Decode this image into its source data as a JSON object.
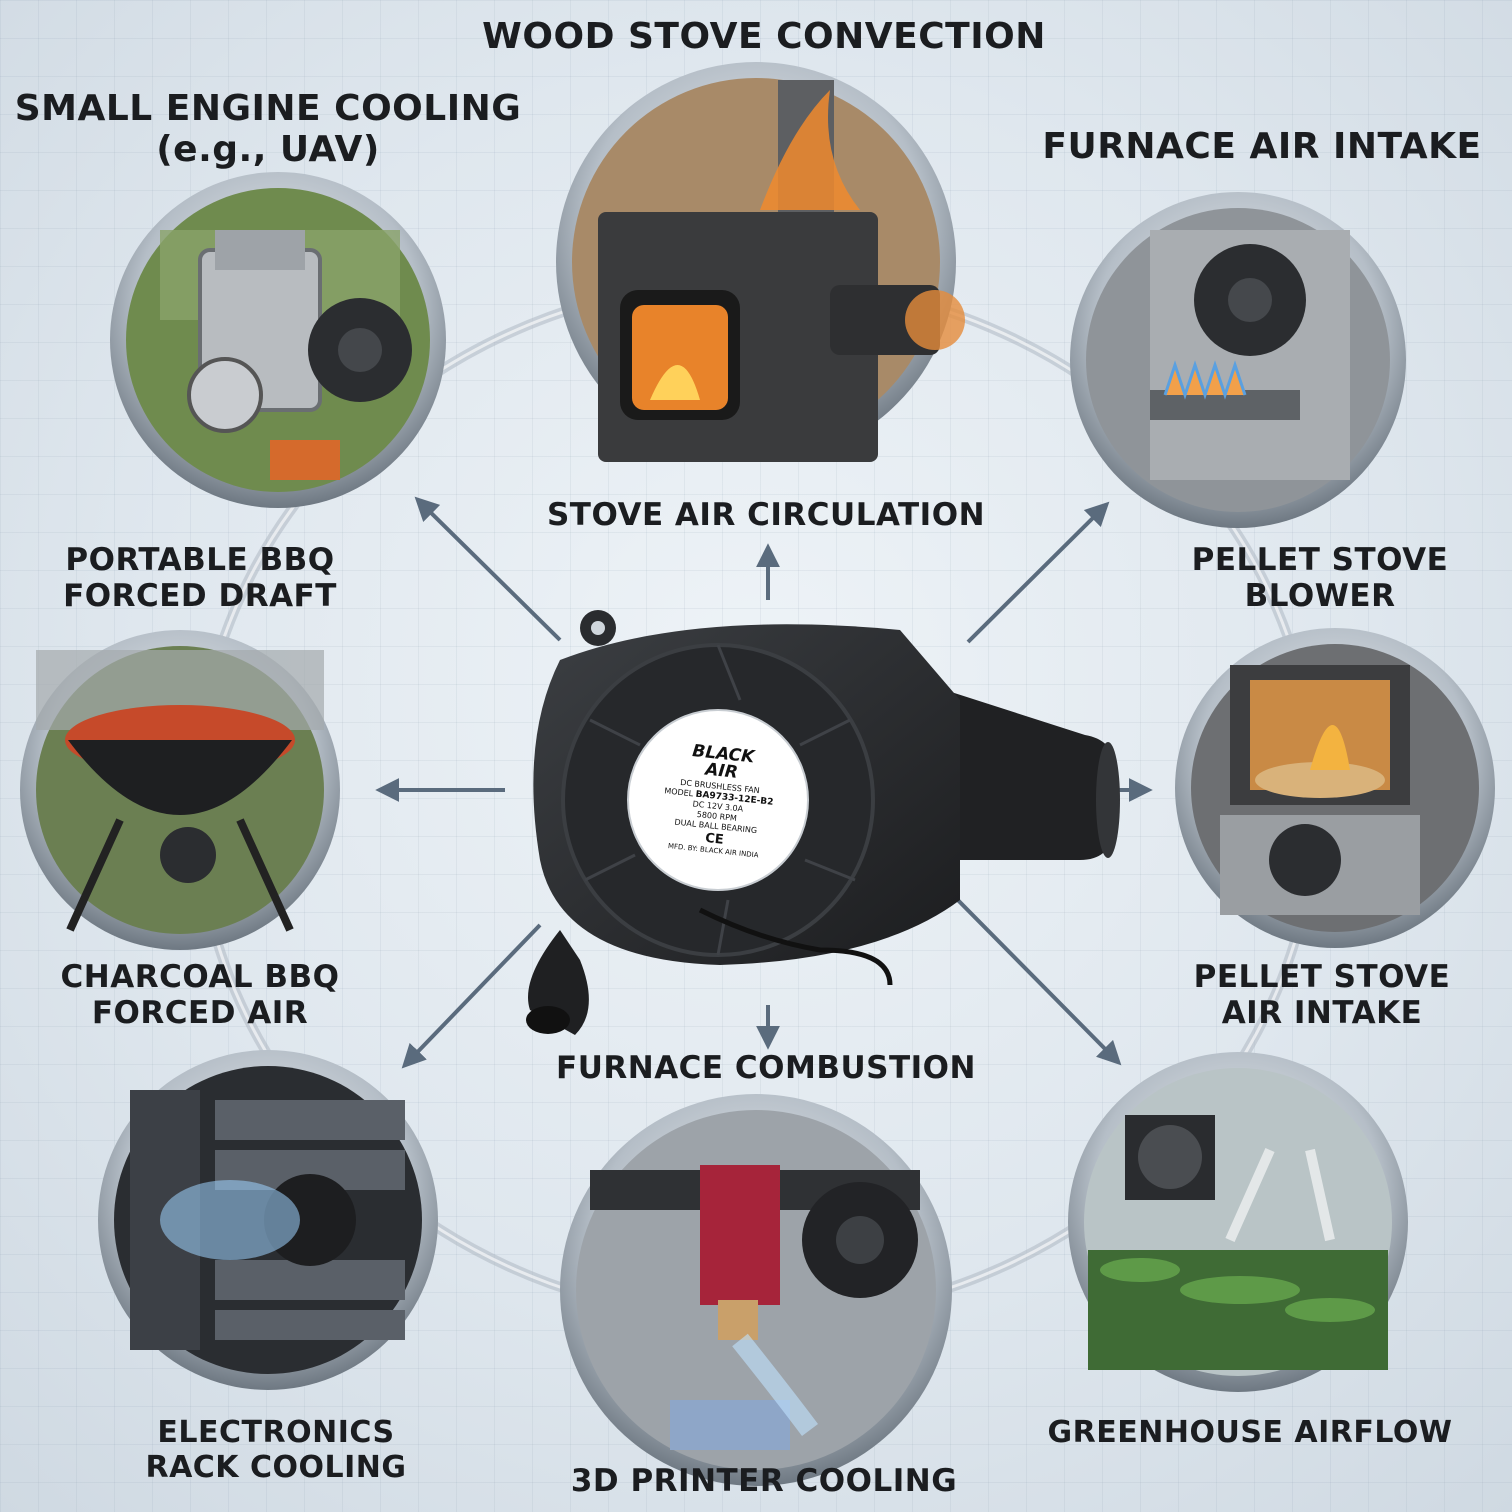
{
  "applications": {
    "wood_stove_convection": "WOOD STOVE CONVECTION",
    "small_engine_cooling": "SMALL ENGINE COOLING",
    "small_engine_example": "(e.g., UAV)",
    "furnace_air_intake": "FURNACE AIR INTAKE",
    "stove_air_circulation": "STOVE AIR CIRCULATION",
    "portable_bbq_1": "PORTABLE BBQ",
    "portable_bbq_2": "FORCED DRAFT",
    "pellet_stove_blower_1": "PELLET STOVE",
    "pellet_stove_blower_2": "BLOWER",
    "charcoal_bbq_1": "CHARCOAL BBQ",
    "charcoal_bbq_2": "FORCED AIR",
    "pellet_stove_intake_1": "PELLET STOVE",
    "pellet_stove_intake_2": "AIR INTAKE",
    "furnace_combustion": "FURNACE COMBUSTION",
    "electronics_rack_1": "ELECTRONICS",
    "electronics_rack_2": "RACK COOLING",
    "greenhouse_airflow": "GREENHOUSE AIRFLOW",
    "printer_cooling": "3D PRINTER COOLING"
  },
  "fan_label": {
    "brand_1": "BLACK",
    "brand_2": "AIR",
    "type": "DC BRUSHLESS FAN",
    "model_prefix": "MODEL",
    "model": "BA9733-12E-B2",
    "rating": "DC 12V  3.0A",
    "rpm": "5800 RPM",
    "bearing": "DUAL BALL BEARING",
    "cert": "CE",
    "mfd": "MFD. BY: BLACK AIR INDIA"
  },
  "colors": {
    "arrow": "#5a6b7d",
    "ring": "#7d8893",
    "fan_body": "#2a2c2f"
  }
}
